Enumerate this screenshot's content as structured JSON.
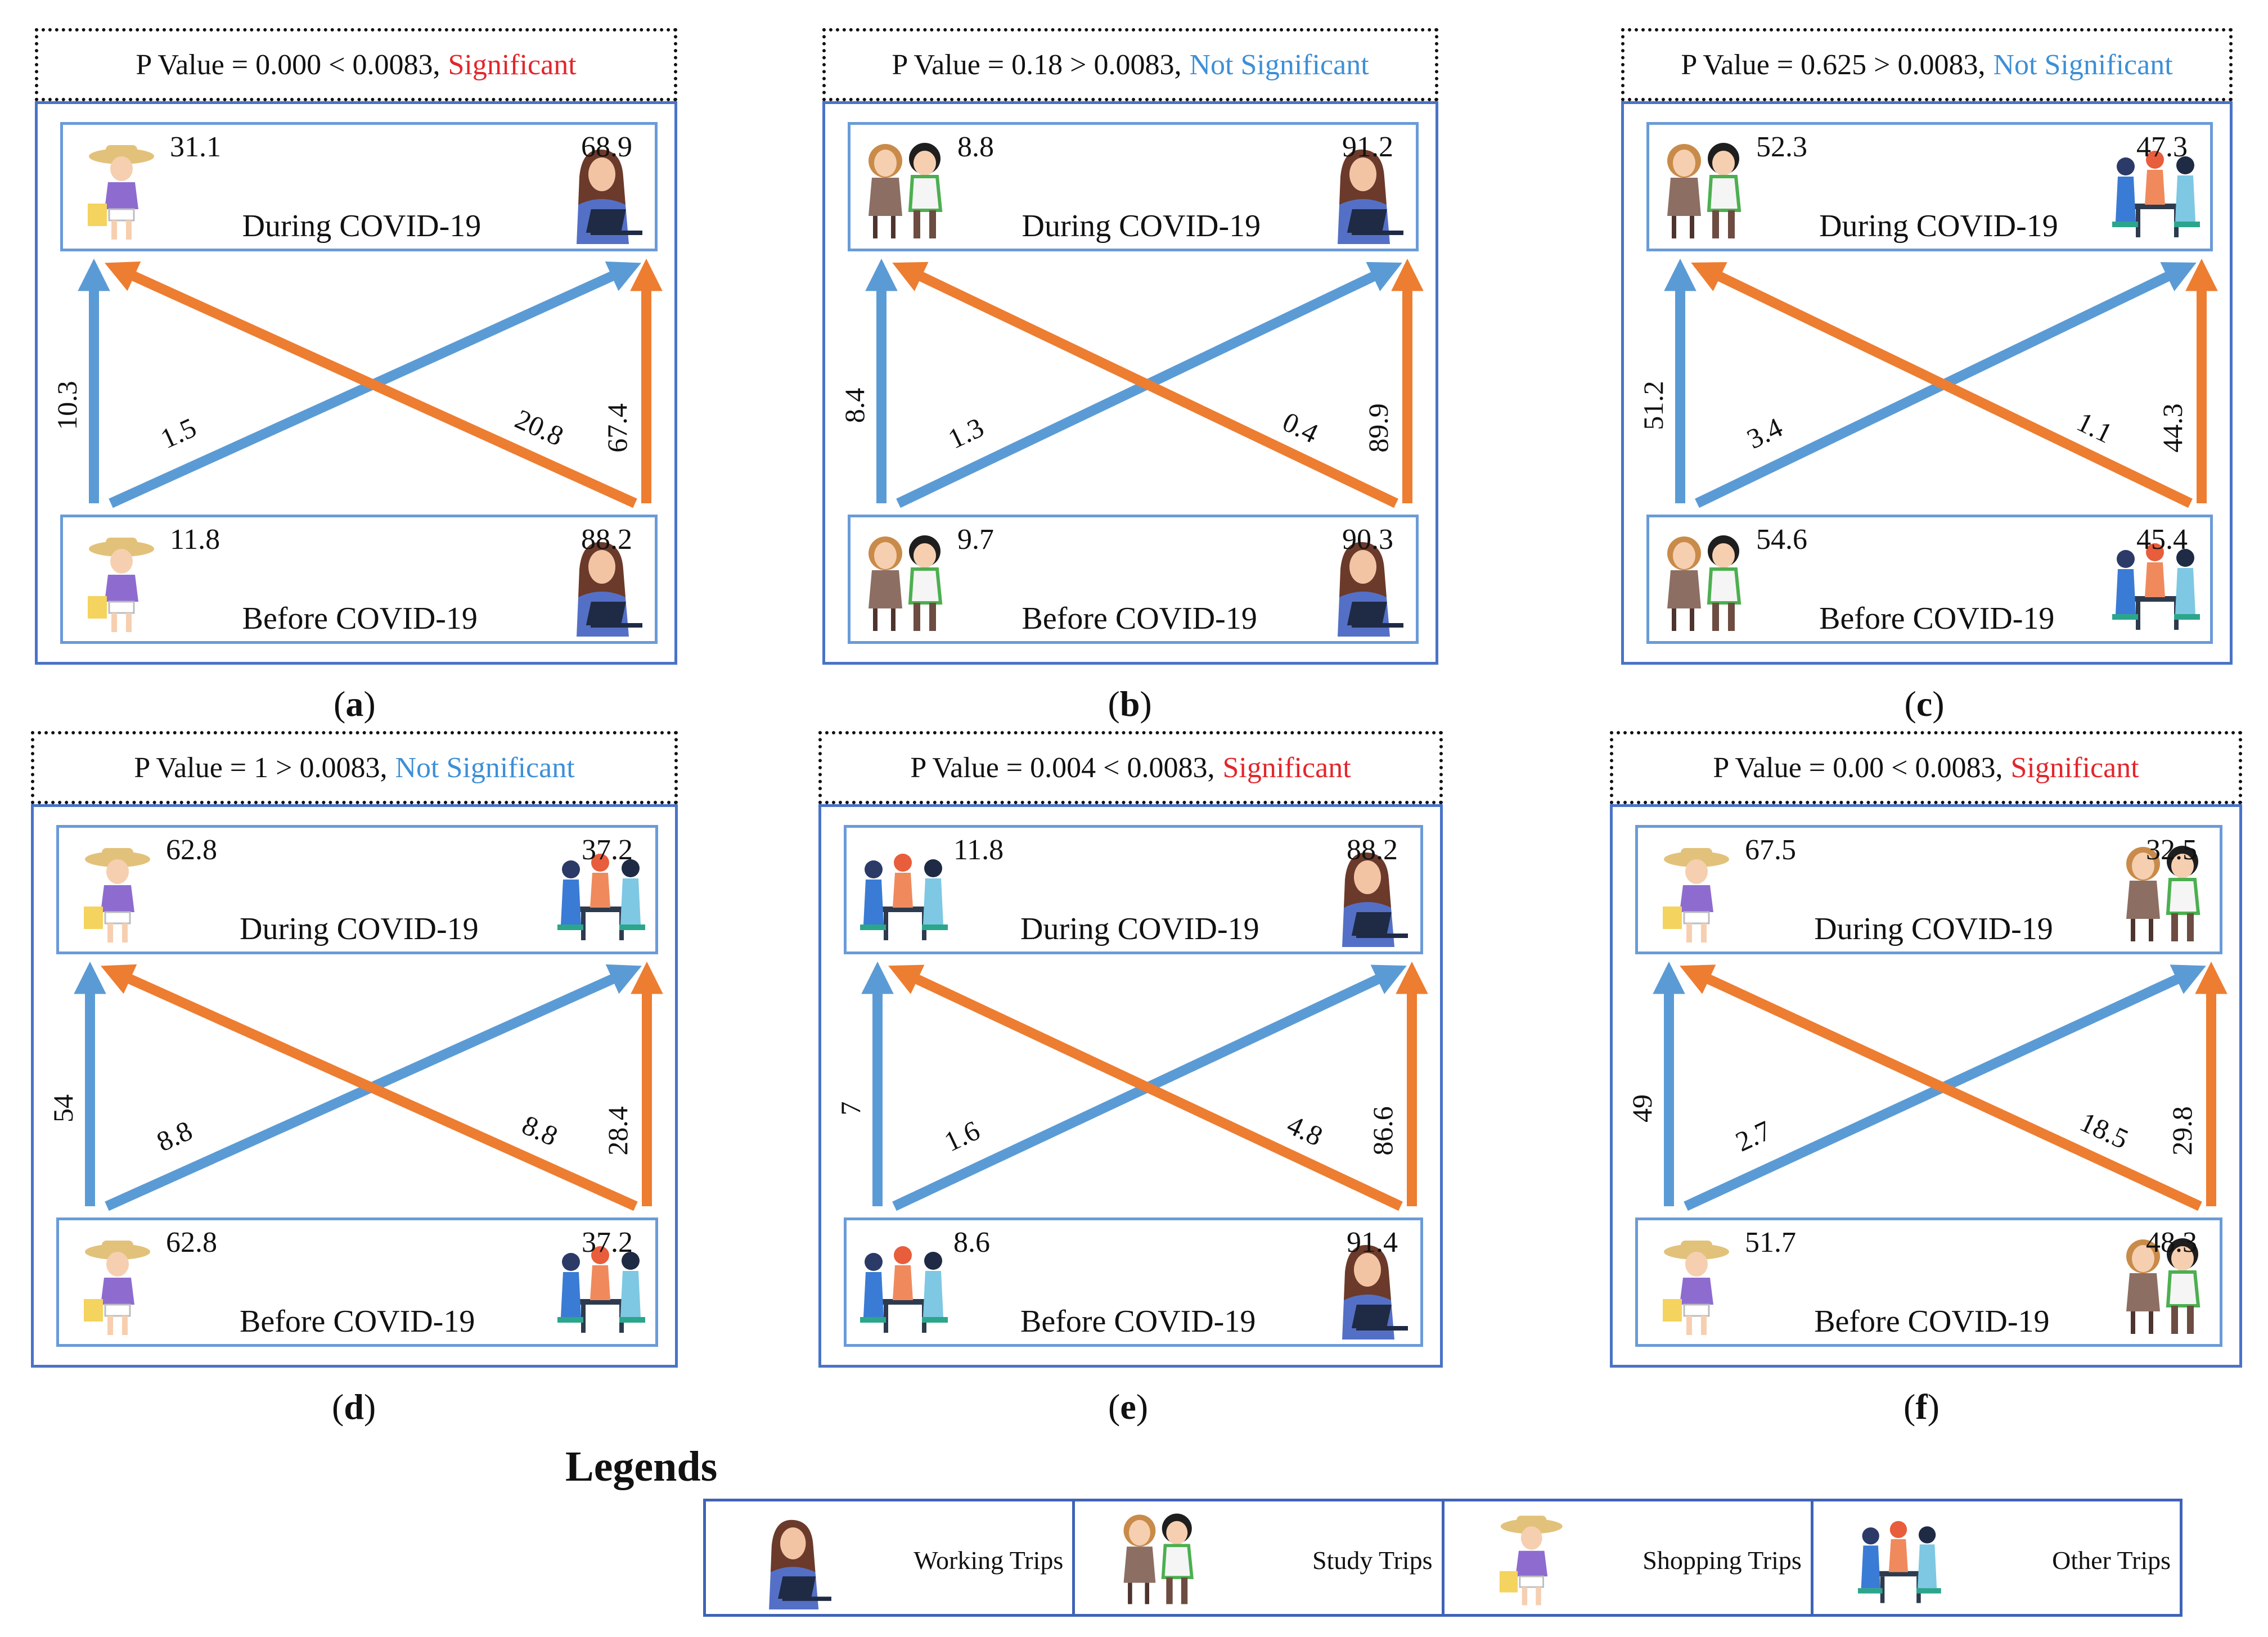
{
  "colors": {
    "significant": "#e3262c",
    "not_significant": "#3d8fd6",
    "blue_arrow": "#5b9bd5",
    "orange_arrow": "#ed7d31",
    "box_border": "#6a9bd8"
  },
  "panels": [
    {
      "caption_pre": "(",
      "caption_letter": "a",
      "caption_post": ")",
      "p_text": "P Value = 0.000 < 0.0083,",
      "verdict": "Significant",
      "significant": true,
      "during": {
        "left_pct": "31.1",
        "right_pct": "68.9",
        "label": "During COVID-19",
        "left_icon": "shopping",
        "right_icon": "working"
      },
      "before": {
        "left_pct": "11.8",
        "right_pct": "88.2",
        "label": "Before COVID-19",
        "left_icon": "shopping",
        "right_icon": "working"
      },
      "flows": {
        "left_stay": "10.3",
        "left_to_right": "1.5",
        "right_to_left": "20.8",
        "right_stay": "67.4"
      }
    },
    {
      "caption_pre": "(",
      "caption_letter": "b",
      "caption_post": ")",
      "p_text": "P Value = 0.18 > 0.0083,",
      "verdict": "Not Significant",
      "significant": false,
      "during": {
        "left_pct": "8.8",
        "right_pct": "91.2",
        "label": "During COVID-19",
        "left_icon": "study",
        "right_icon": "working"
      },
      "before": {
        "left_pct": "9.7",
        "right_pct": "90.3",
        "label": "Before COVID-19",
        "left_icon": "study",
        "right_icon": "working"
      },
      "flows": {
        "left_stay": "8.4",
        "left_to_right": "1.3",
        "right_to_left": "0.4",
        "right_stay": "89.9"
      }
    },
    {
      "caption_pre": "(",
      "caption_letter": "c",
      "caption_post": ")",
      "p_text": "P Value = 0.625 > 0.0083,",
      "verdict": "Not Significant",
      "significant": false,
      "during": {
        "left_pct": "52.3",
        "right_pct": "47.3",
        "label": "During COVID-19",
        "left_icon": "study",
        "right_icon": "other"
      },
      "before": {
        "left_pct": "54.6",
        "right_pct": "45.4",
        "label": "Before COVID-19",
        "left_icon": "study",
        "right_icon": "other"
      },
      "flows": {
        "left_stay": "51.2",
        "left_to_right": "3.4",
        "right_to_left": "1.1",
        "right_stay": "44.3"
      }
    },
    {
      "caption_pre": "(",
      "caption_letter": "d",
      "caption_post": ")",
      "p_text": "P Value = 1 > 0.0083,",
      "verdict": "Not Significant",
      "significant": false,
      "during": {
        "left_pct": "62.8",
        "right_pct": "37.2",
        "label": "During COVID-19",
        "left_icon": "shopping",
        "right_icon": "other"
      },
      "before": {
        "left_pct": "62.8",
        "right_pct": "37.2",
        "label": "Before COVID-19",
        "left_icon": "shopping",
        "right_icon": "other"
      },
      "flows": {
        "left_stay": "54",
        "left_to_right": "8.8",
        "right_to_left": "8.8",
        "right_stay": "28.4"
      }
    },
    {
      "caption_pre": "(",
      "caption_letter": "e",
      "caption_post": ")",
      "p_text": "P Value = 0.004 < 0.0083,",
      "verdict": "Significant",
      "significant": true,
      "during": {
        "left_pct": "11.8",
        "right_pct": "88.2",
        "label": "During COVID-19",
        "left_icon": "other",
        "right_icon": "working"
      },
      "before": {
        "left_pct": "8.6",
        "right_pct": "91.4",
        "label": "Before COVID-19",
        "left_icon": "other",
        "right_icon": "working"
      },
      "flows": {
        "left_stay": "7",
        "left_to_right": "1.6",
        "right_to_left": "4.8",
        "right_stay": "86.6"
      }
    },
    {
      "caption_pre": "(",
      "caption_letter": "f",
      "caption_post": ")",
      "p_text": "P Value = 0.00 < 0.0083,",
      "verdict": "Significant",
      "significant": true,
      "during": {
        "left_pct": "67.5",
        "right_pct": "32.5",
        "label": "During COVID-19",
        "left_icon": "shopping",
        "right_icon": "study"
      },
      "before": {
        "left_pct": "51.7",
        "right_pct": "48.3",
        "label": "Before COVID-19",
        "left_icon": "shopping",
        "right_icon": "study"
      },
      "flows": {
        "left_stay": "49",
        "left_to_right": "2.7",
        "right_to_left": "18.5",
        "right_stay": "29.8"
      }
    }
  ],
  "legend": {
    "title": "Legends",
    "items": [
      {
        "icon": "working",
        "label": "Working Trips"
      },
      {
        "icon": "study",
        "label": "Study Trips"
      },
      {
        "icon": "shopping",
        "label": "Shopping Trips"
      },
      {
        "icon": "other",
        "label": "Other Trips"
      }
    ]
  }
}
